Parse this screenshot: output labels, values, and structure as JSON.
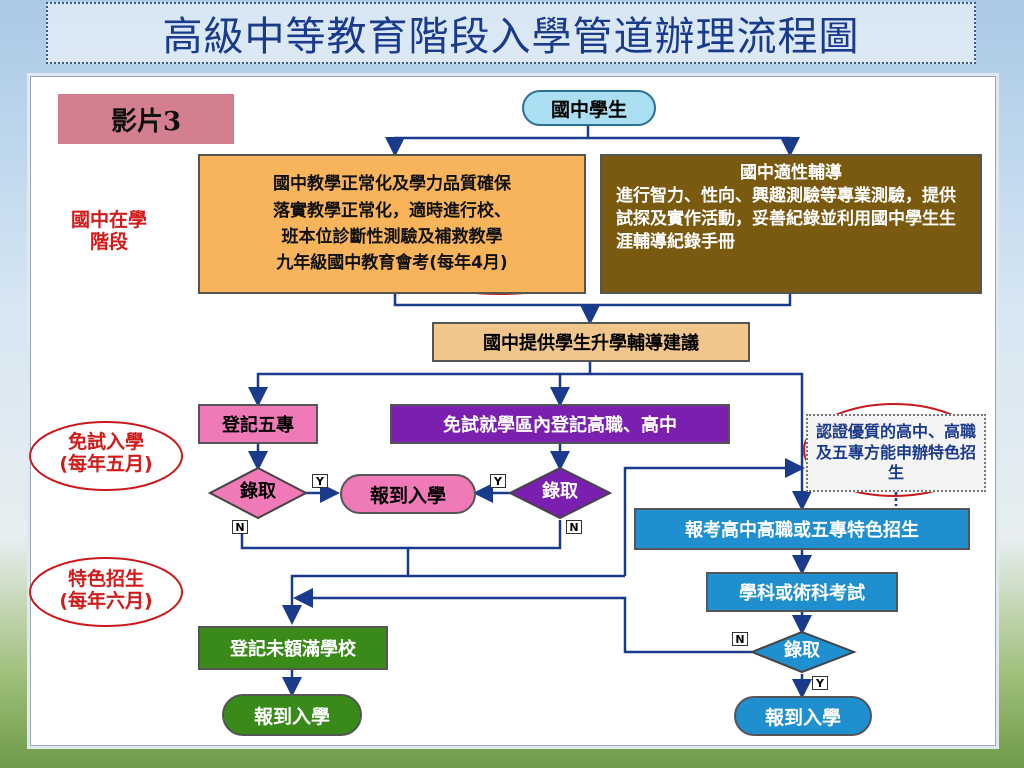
{
  "title": "高級中等教育階段入學管道辦理流程圖",
  "video_tag": "影片3",
  "stage_labels": {
    "junior_high": "國中在學\n階段",
    "exam_free": "免試入學\n(每年五月)",
    "special": "特色招生\n(每年六月)"
  },
  "nodes": {
    "student": "國中學生",
    "normalize_title": "國中教學正常化及學力品質確保",
    "normalize_line1": "落實教學正常化，適時進行校、",
    "normalize_line2": "班本位診斷性測驗及補救教學",
    "normalize_line3": "九年級國中教育會考(每年4月)",
    "guidance_title": "國中適性輔導",
    "guidance_body": "進行智力、性向、興趣測驗等專業測驗，提供試探及實作活動，妥善紀錄並利用國中學生生涯輔導紀錄手冊",
    "advice": "國中提供學生升學輔導建議",
    "register_five": "登記五專",
    "exam_free_district": "免試就學區內登記高職、高中",
    "admit_left": "錄取",
    "report_center": "報到入學",
    "admit_center": "錄取",
    "certify": "認證優質的高中、高職及五專方能申辦特色招生",
    "special_exam_register": "報考高中高職或五專特色招生",
    "subject_exam": "學科或術科考試",
    "admit_right": "錄取",
    "unfilled": "登記未額滿學校",
    "report_left": "報到入學",
    "report_right": "報到入學"
  },
  "flags": {
    "yes": "Y",
    "no": "N"
  },
  "colors": {
    "title_text": "#1a3a8c",
    "stage_label": "#d11a1a",
    "orange_box": "#f7b45a",
    "olive_box": "#7a5a10",
    "tan_box": "#f0c68a",
    "pink_box": "#f07ab8",
    "purple_box": "#7a1fb0",
    "blue_box": "#1f8fd0",
    "green_box": "#3a8a1a",
    "arrow": "#1a3a8c"
  }
}
